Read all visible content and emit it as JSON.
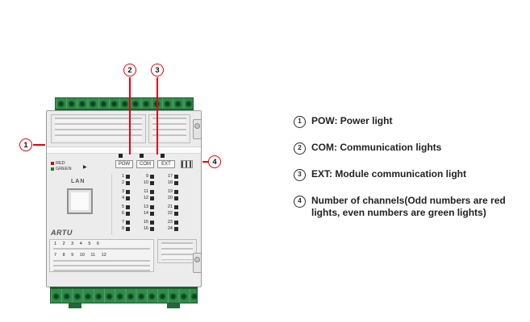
{
  "colors": {
    "accent_red": "#e60012",
    "terminal_green": "#2e8b4a"
  },
  "callouts": {
    "nums": [
      "1",
      "2",
      "3",
      "4"
    ]
  },
  "legend": {
    "items": [
      {
        "num": "1",
        "text": "POW: Power light"
      },
      {
        "num": "2",
        "text": "COM: Communication lights"
      },
      {
        "num": "3",
        "text": "EXT: Module communication light"
      },
      {
        "num": "4",
        "text": "Number of channels(Odd numbers are red lights, even numbers are green lights)"
      }
    ]
  },
  "device": {
    "brand": "ARTU",
    "lan_label": "LAN",
    "indicators": [
      "POW",
      "COM",
      "EXT"
    ],
    "led_legend": {
      "red": "RED",
      "green": "GREEN"
    },
    "channels": {
      "rows": [
        [
          "1",
          "2",
          "9",
          "10",
          "17",
          "18"
        ],
        [
          "3",
          "4",
          "11",
          "12",
          "19",
          "20"
        ],
        [
          "5",
          "6",
          "13",
          "14",
          "21",
          "22"
        ],
        [
          "7",
          "8",
          "15",
          "16",
          "23",
          "24"
        ]
      ]
    },
    "bottom_numbers": {
      "row1": "1 2 3 4 5 6",
      "row2": "7 8 9 10 11 12"
    }
  }
}
